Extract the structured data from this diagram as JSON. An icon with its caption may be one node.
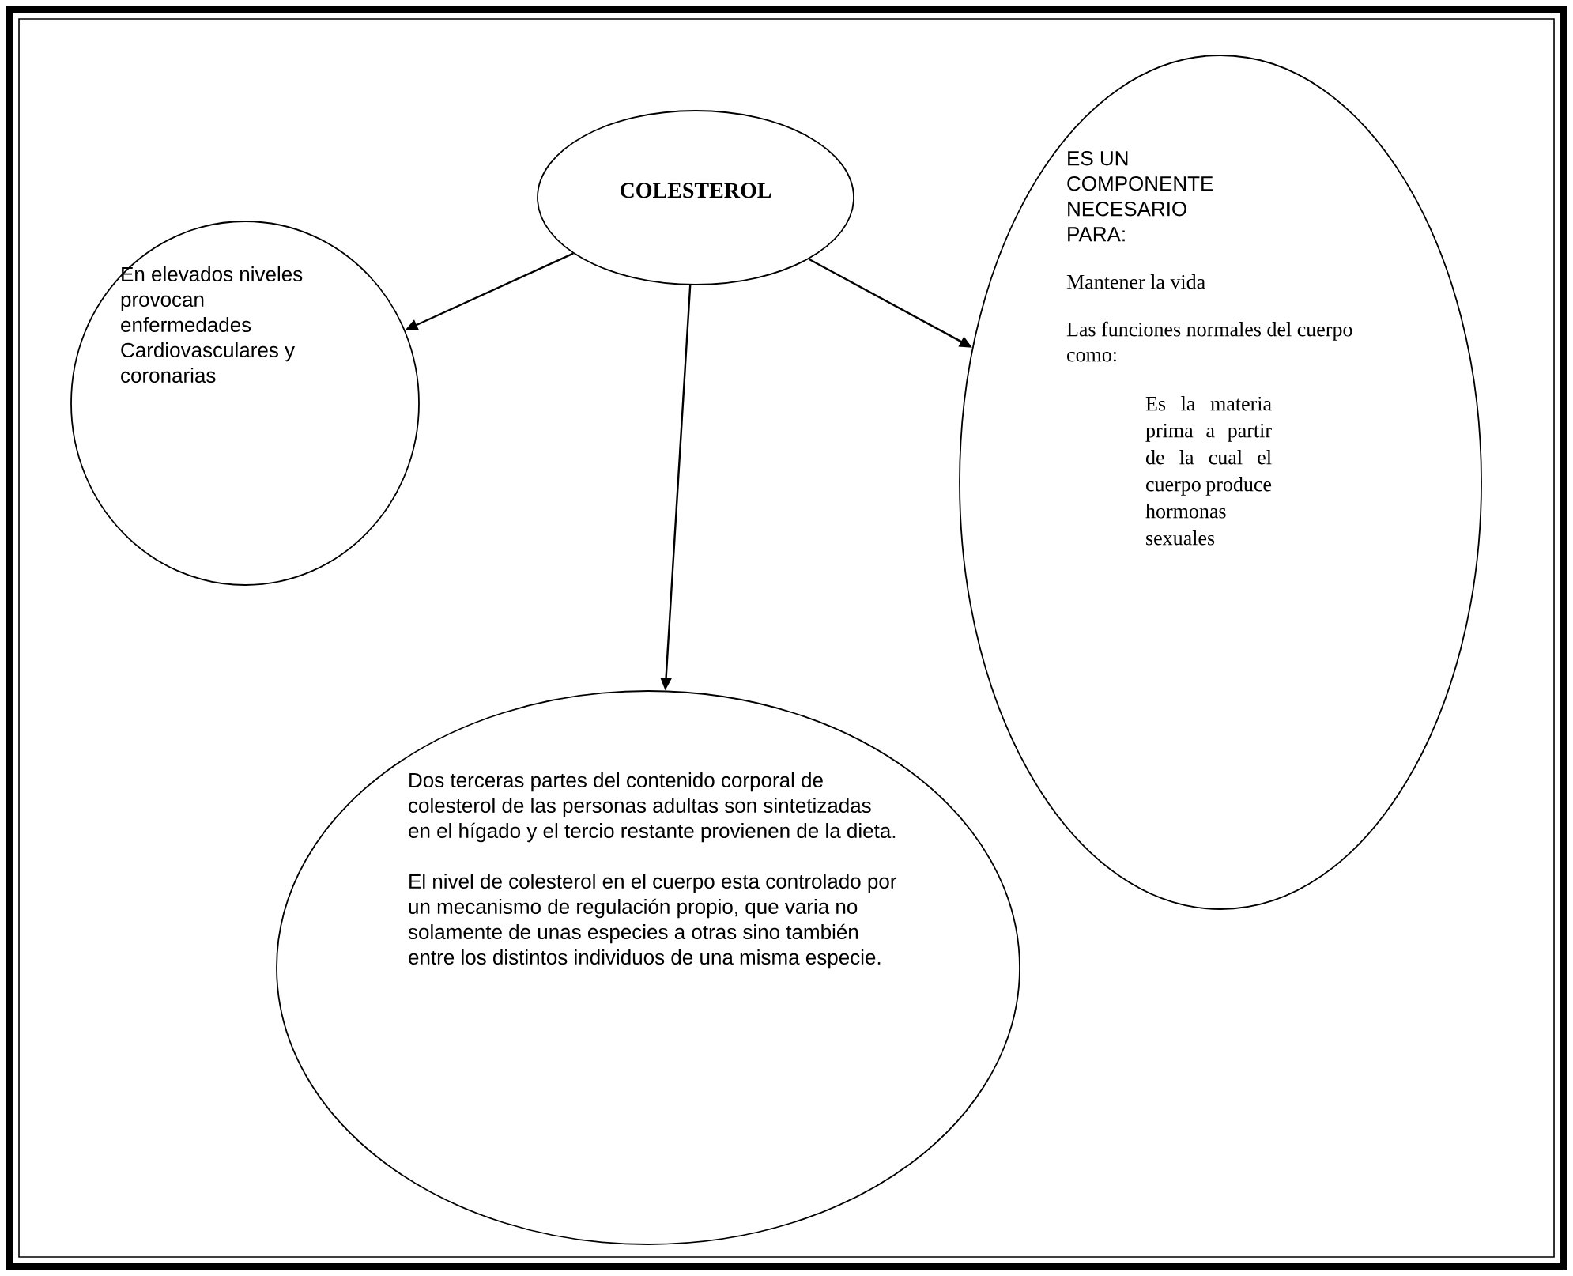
{
  "diagram": {
    "nodes": [
      {
        "text": [
          "COLESTEROL"
        ]
      },
      {
        "text": [
          "En elevados niveles provocan enfermedades Cardiovasculares y coronarias"
        ]
      },
      {
        "text": [
          "ES UN COMPONENTE NECESARIO PARA:",
          "Mantener la vida",
          "Las funciones normales del cuerpo como:",
          "Es la materia prima a partir de la cual el cuerpo produce hormonas sexuales"
        ]
      },
      {
        "text": [
          "Dos terceras partes del contenido corporal de colesterol de las personas adultas son sintetizadas en el hígado y el tercio restante provienen de la dieta.",
          "El nivel de colesterol en el cuerpo esta controlado por un mecanismo de regulación propio, que varia no solamente de unas especies a otras sino también entre los distintos individuos de una misma especie."
        ]
      }
    ],
    "edges": [
      {
        "from": 0,
        "to": 1,
        "arrow": "to"
      },
      {
        "from": 0,
        "to": 2,
        "arrow": "to"
      },
      {
        "from": 0,
        "to": 3,
        "arrow": "to"
      }
    ]
  }
}
